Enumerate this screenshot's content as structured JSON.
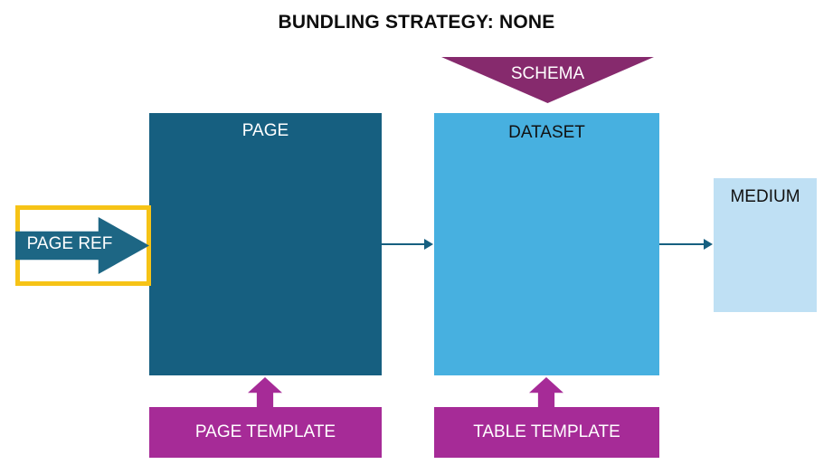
{
  "diagram": {
    "title": "BUNDLING STRATEGY: NONE",
    "nodes": {
      "page": {
        "label": "PAGE",
        "color": "#165f80",
        "shape": "rectangle"
      },
      "dataset": {
        "label": "DATASET",
        "color": "#47b0e0",
        "shape": "rectangle"
      },
      "medium": {
        "label": "MEDIUM",
        "color": "#bfe0f4",
        "shape": "rectangle"
      },
      "schema": {
        "label": "SCHEMA",
        "color": "#862a6d",
        "shape": "down-triangle"
      },
      "page_ref": {
        "label": "PAGE REF",
        "color": "#1d6684",
        "shape": "right-arrow",
        "frame_color": "#f6c316"
      },
      "page_template": {
        "label": "PAGE TEMPLATE",
        "color": "#a62b97",
        "shape": "rectangle"
      },
      "table_template": {
        "label": "TABLE TEMPLATE",
        "color": "#a62b97",
        "shape": "rectangle"
      }
    },
    "connectors": [
      {
        "name": "page-to-dataset",
        "from": "page",
        "to": "dataset",
        "style": "arrow",
        "color": "#165f80"
      },
      {
        "name": "dataset-to-medium",
        "from": "dataset",
        "to": "medium",
        "style": "arrow",
        "color": "#165f80"
      },
      {
        "name": "page-template-to-page",
        "from": "page_template",
        "to": "page",
        "style": "up-arrow",
        "color": "#a62b97"
      },
      {
        "name": "table-template-to-dataset",
        "from": "table_template",
        "to": "dataset",
        "style": "up-arrow",
        "color": "#a62b97"
      },
      {
        "name": "schema-to-dataset",
        "from": "schema",
        "to": "dataset",
        "style": "down-triangle",
        "color": "#862a6d"
      }
    ]
  }
}
